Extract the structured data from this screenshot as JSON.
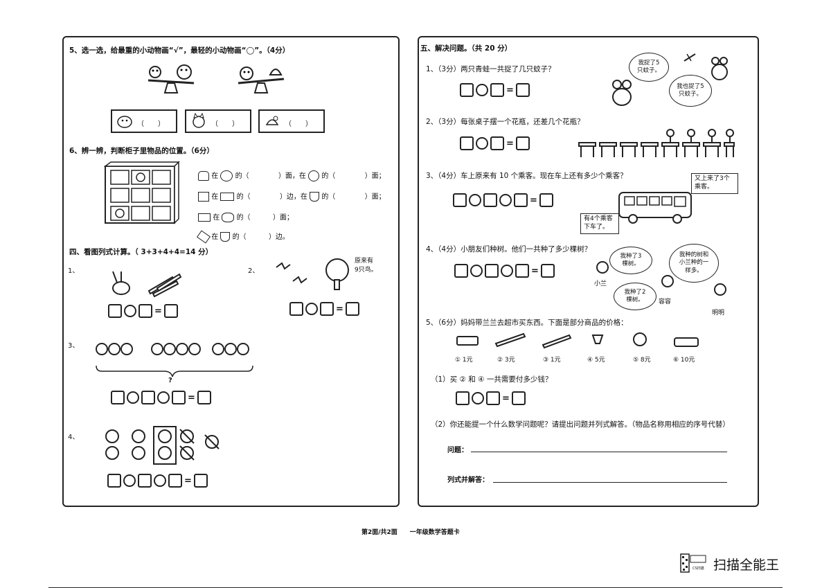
{
  "left": {
    "q5": {
      "title": "5、选一选，给最重的小动物画“√”，最轻的小动物画“◯”。（4分）",
      "paren": [
        "（　　）",
        "（　　）",
        "（　　）"
      ]
    },
    "q6": {
      "title": "6、辨一辨，判断柜子里物品的位置。（6分）",
      "rows": [
        [
          "在",
          "的（",
          "）面，在",
          "的（",
          "）面；"
        ],
        [
          "在",
          "的（",
          "）边，在",
          "的（",
          "）面；"
        ],
        [
          "在",
          "的（",
          "）面；"
        ],
        [
          "在",
          "的（",
          "）边。"
        ]
      ]
    },
    "s4": {
      "title": "四、看图列式计算。（ 3+3+4+4=14 分）",
      "n1": "1、",
      "n2": "2、",
      "n3": "3、",
      "n4": "4、",
      "bird_note": "原来有\n9只鸟。",
      "q": "?"
    }
  },
  "right": {
    "s5_title": "五、解决问题。（共 20 分）",
    "p1": {
      "text": "1、（3分）两只青蛙一共捉了几只蚊子？",
      "b1": "我捉了5\n只蚊子。",
      "b2": "我也捉了5\n只蚊子。"
    },
    "p2": {
      "text": "2、（3分）每张桌子摆一个花瓶，还差几个花瓶？"
    },
    "p3": {
      "text": "3、（4分）车上原来有 10 个乘客。现在车上还有多少个乘客？",
      "n1": "又上来了3个\n乘客。",
      "n2": "有4个乘客\n下车了。"
    },
    "p4": {
      "text": "4、（4分）小朋友们种树。他们一共种了多少棵树？",
      "b1": "我种了3\n棵树。",
      "b2": "我种的树和\n小兰种的一\n样多。",
      "b3": "我种了2\n棵树。",
      "n1": "小兰",
      "n2": "容容",
      "n3": "明明"
    },
    "p5": {
      "text": "5、（6分）妈妈带兰兰去超市买东西。下面是部分商品的价格：",
      "prices": [
        "① 1元",
        "② 3元",
        "③ 1元",
        "④ 5元",
        "⑤ 8元",
        "⑥ 10元"
      ],
      "sub1": "（1）买 ② 和 ④ 一共需要付多少钱？",
      "sub2": "（2）你还能提一个什么数学问题呢？请提出问题并列式解答。（物品名称用相应的序号代替）",
      "l1": "问题：",
      "l2": "列式并解答："
    }
  },
  "footer": {
    "page": "第2面/共2面　　一年级数学答题卡"
  },
  "brand": {
    "cs_text": "扫描全能王",
    "cs_small": "CS扫描"
  }
}
